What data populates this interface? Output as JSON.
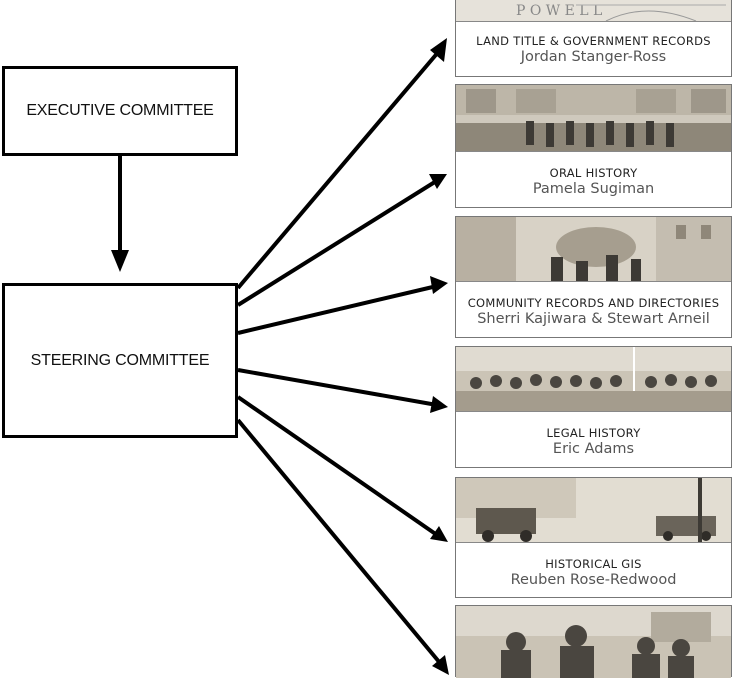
{
  "executive_committee": "EXECUTIVE COMMITTEE",
  "steering_committee": "STEERING COMMITTEE",
  "clusters": [
    {
      "title": "LAND TITLE & GOVERNMENT RECORDS",
      "lead": "Jordan Stanger-Ross"
    },
    {
      "title": "ORAL HISTORY",
      "lead": "Pamela Sugiman"
    },
    {
      "title": "COMMUNITY RECORDS AND DIRECTORIES",
      "lead": "Sherri Kajiwara & Stewart Arneil"
    },
    {
      "title": "LEGAL HISTORY",
      "lead": "Eric Adams"
    },
    {
      "title": "HISTORICAL GIS",
      "lead": "Reuben Rose-Redwood"
    }
  ],
  "colors": {
    "line": "#000000",
    "photo_tone": "#c9c1b0"
  }
}
